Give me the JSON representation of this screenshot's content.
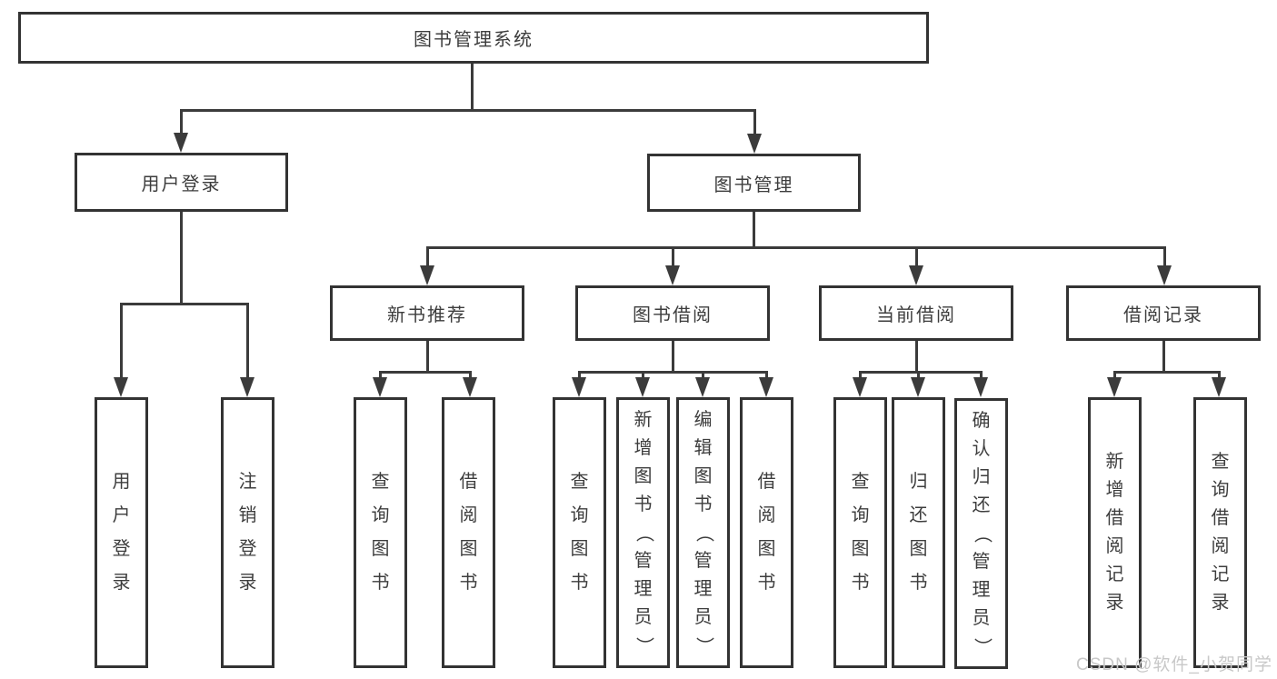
{
  "diagram": {
    "title": "图书管理系统",
    "level2": [
      "用户登录",
      "图书管理"
    ],
    "level3": [
      "新书推荐",
      "图书借阅",
      "当前借阅",
      "借阅记录"
    ],
    "leaves": {
      "login": [
        "用户登录",
        "注销登录"
      ],
      "recommend": [
        "查询图书",
        "借阅图书"
      ],
      "borrow": [
        "查询图书",
        "新增图书（管理员）",
        "编辑图书（管理员）",
        "借阅图书"
      ],
      "current": [
        "查询图书",
        "归还图书",
        "确认归还（管理员）"
      ],
      "records": [
        "新增借阅记录",
        "查询借阅记录"
      ]
    },
    "colors": {
      "line": "#3b3b3b",
      "border": "#333333",
      "text": "#3d3d3d",
      "watermark": "#c8c8c8"
    }
  },
  "watermark": "CSDN @软件_小贺同学"
}
